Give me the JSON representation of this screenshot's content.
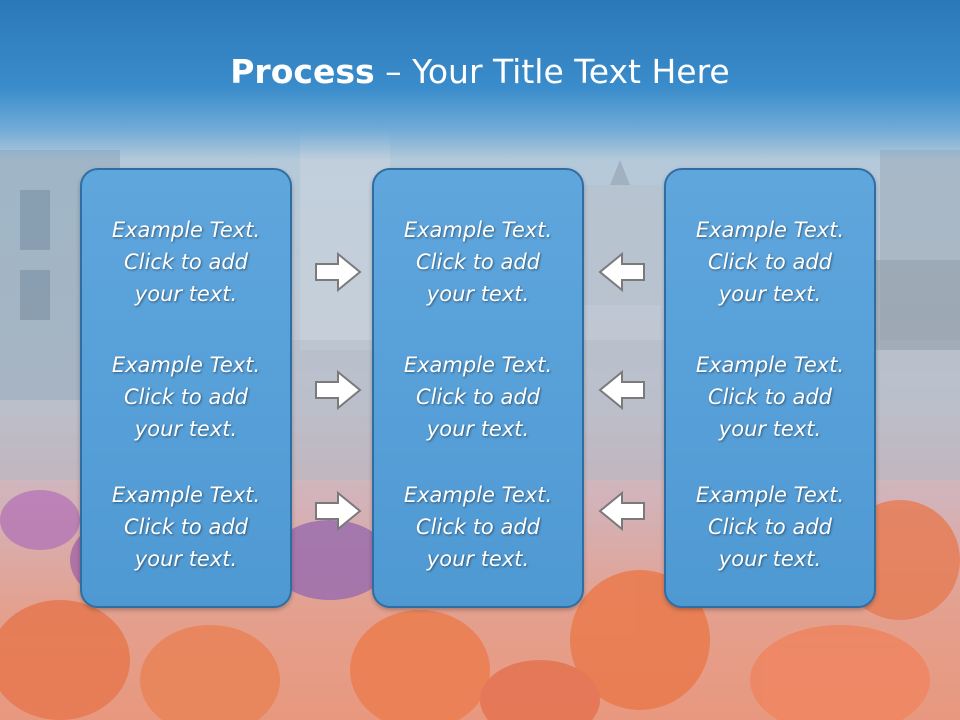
{
  "slide": {
    "title_bold": "Process",
    "title_rest": " – Your Title Text Here"
  },
  "columns": [
    {
      "cells": [
        {
          "line1": "Example Text.",
          "line2": "Click  to add",
          "line3": "your text."
        },
        {
          "line1": "Example Text.",
          "line2": "Click  to add",
          "line3": "your text."
        },
        {
          "line1": "Example Text.",
          "line2": "Click  to add",
          "line3": "your text."
        }
      ]
    },
    {
      "cells": [
        {
          "line1": "Example Text.",
          "line2": "Click  to add",
          "line3": "your text."
        },
        {
          "line1": "Example Text.",
          "line2": "Click  to add",
          "line3": "your text."
        },
        {
          "line1": "Example Text.",
          "line2": "Click  to add",
          "line3": "your text."
        }
      ]
    },
    {
      "cells": [
        {
          "line1": "Example Text.",
          "line2": "Click  to add",
          "line3": "your text."
        },
        {
          "line1": "Example Text.",
          "line2": "Click  to add",
          "line3": "your text."
        },
        {
          "line1": "Example Text.",
          "line2": "Click  to add",
          "line3": "your text."
        }
      ]
    }
  ],
  "icons": {
    "left_arrows": "arrow-right-icon",
    "right_arrows": "arrow-left-icon"
  },
  "colors": {
    "title_bar": "#3a8ccb",
    "panel_fill": "#5fa6dd",
    "panel_border": "#2f6ea3",
    "text": "#ffffff"
  }
}
